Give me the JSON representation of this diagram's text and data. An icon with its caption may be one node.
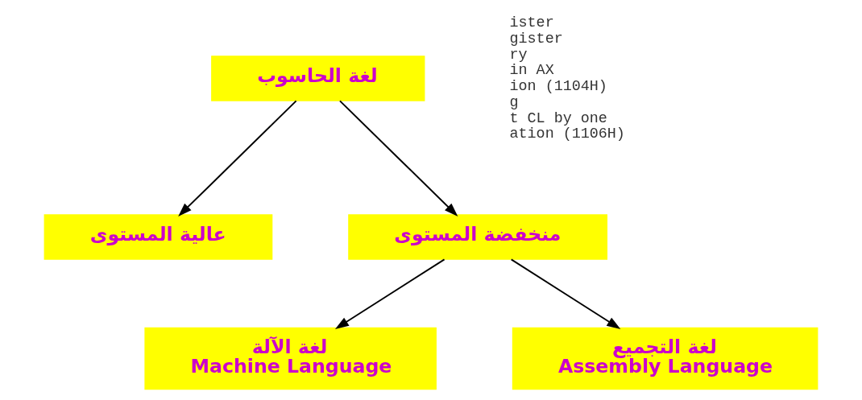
{
  "diagram": {
    "nodes": [
      {
        "text": [
          "لغة الحاسوب"
        ]
      },
      {
        "text": [
          "عالية المستوى"
        ]
      },
      {
        "text": [
          "منخفضة المستوى"
        ]
      },
      {
        "text": [
          "لغة الآلة",
          "Machine Language"
        ]
      },
      {
        "text": [
          "لغة التجميع",
          "Assembly Language"
        ]
      }
    ],
    "edges": [
      {
        "from": 0,
        "to": 1,
        "arrow": "to"
      },
      {
        "from": 0,
        "to": 2,
        "arrow": "to"
      },
      {
        "from": 2,
        "to": 3,
        "arrow": "to"
      },
      {
        "from": 2,
        "to": 4,
        "arrow": "to"
      }
    ],
    "labels": [
      "ister",
      "gister",
      "ry",
      "in AX",
      "ion (1104H)",
      "g",
      "t CL by one",
      "ation (1106H)"
    ]
  }
}
